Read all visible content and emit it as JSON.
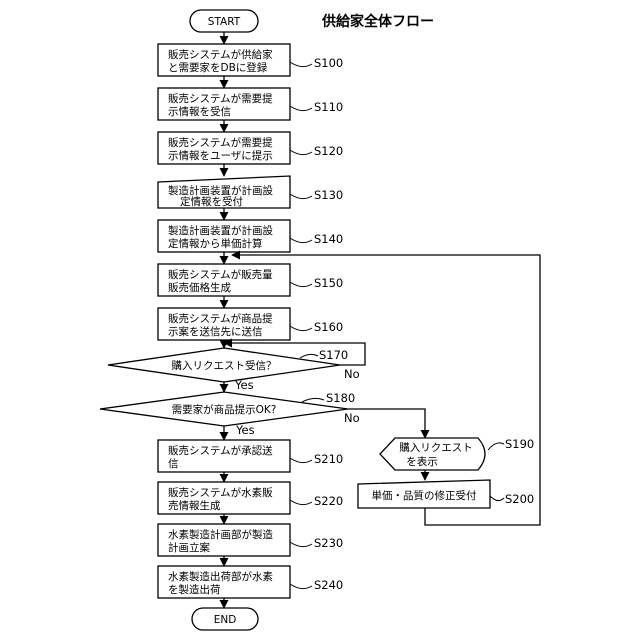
{
  "title": "供給家全体フロー",
  "start": "START",
  "end": "END",
  "steps": {
    "s100": {
      "label": "S100",
      "line1": "販売システムが供給家",
      "line2": "と需要家をDBに登録"
    },
    "s110": {
      "label": "S110",
      "line1": "販売システムが需要提",
      "line2": "示情報を受信"
    },
    "s120": {
      "label": "S120",
      "line1": "販売システムが需要提",
      "line2": "示情報をユーザに提示"
    },
    "s130": {
      "label": "S130",
      "line1": "製造計画装置が計画設",
      "line2": "定情報を受付"
    },
    "s140": {
      "label": "S140",
      "line1": "製造計画装置が計画設",
      "line2": "定情報から単価計算"
    },
    "s150": {
      "label": "S150",
      "line1": "販売システムが販売量",
      "line2": "販売価格生成"
    },
    "s160": {
      "label": "S160",
      "line1": "販売システムが商品提",
      "line2": "示案を送信先に送信"
    },
    "s170": {
      "label": "S170",
      "line1": "購入リクエスト受信？"
    },
    "s180": {
      "label": "S180",
      "line1": "需要家が商品提示OK?"
    },
    "s190": {
      "label": "S190",
      "line1": "購入リクエスト",
      "line2": "を表示"
    },
    "s200": {
      "label": "S200",
      "line1": "単価・品質の修正受付"
    },
    "s210": {
      "label": "S210",
      "line1": "販売システムが承認送",
      "line2": "信"
    },
    "s220": {
      "label": "S220",
      "line1": "販売システムが水素販",
      "line2": "売情報生成"
    },
    "s230": {
      "label": "S230",
      "line1": "水素製造計画部が製造",
      "line2": "計画立案"
    },
    "s240": {
      "label": "S240",
      "line1": "水素製造出荷部が水素",
      "line2": "を製造出荷"
    }
  },
  "branches": {
    "yes": "Yes",
    "no": "No"
  }
}
